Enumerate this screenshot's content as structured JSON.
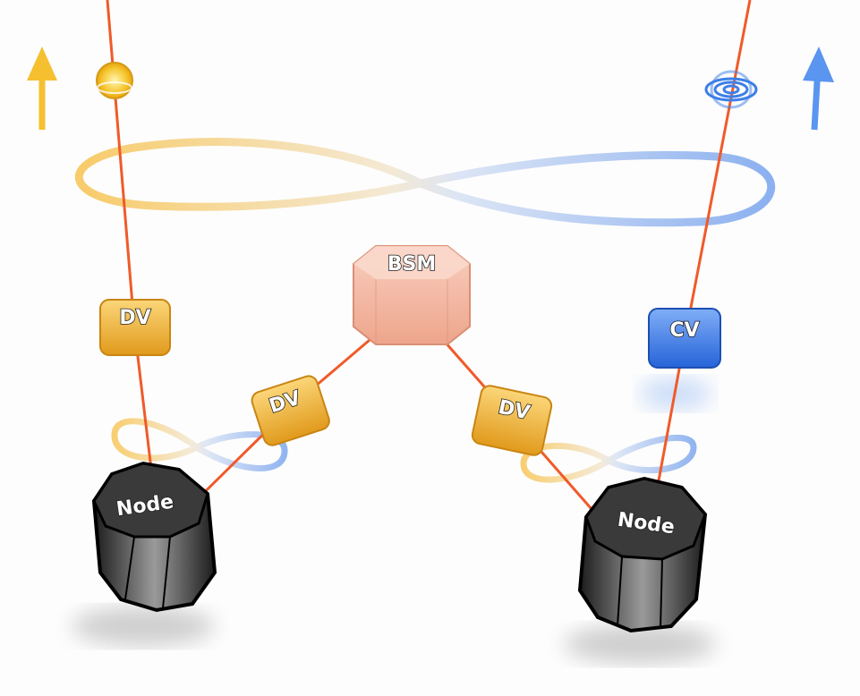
{
  "labels": {
    "dv_left": "DV",
    "dv_mid_left": "DV",
    "dv_mid_right": "DV",
    "bsm": "BSM",
    "cv": "CV",
    "node_left": "Node",
    "node_right": "Node"
  },
  "colors": {
    "laser": "#f05a2a",
    "dv": "#f3b73a",
    "cv": "#3d7fe8",
    "bsm": "#f2b6a0",
    "node": "#2a2a2a",
    "yellow_arrow": "#f5c030",
    "blue_arrow": "#5a95ef"
  }
}
